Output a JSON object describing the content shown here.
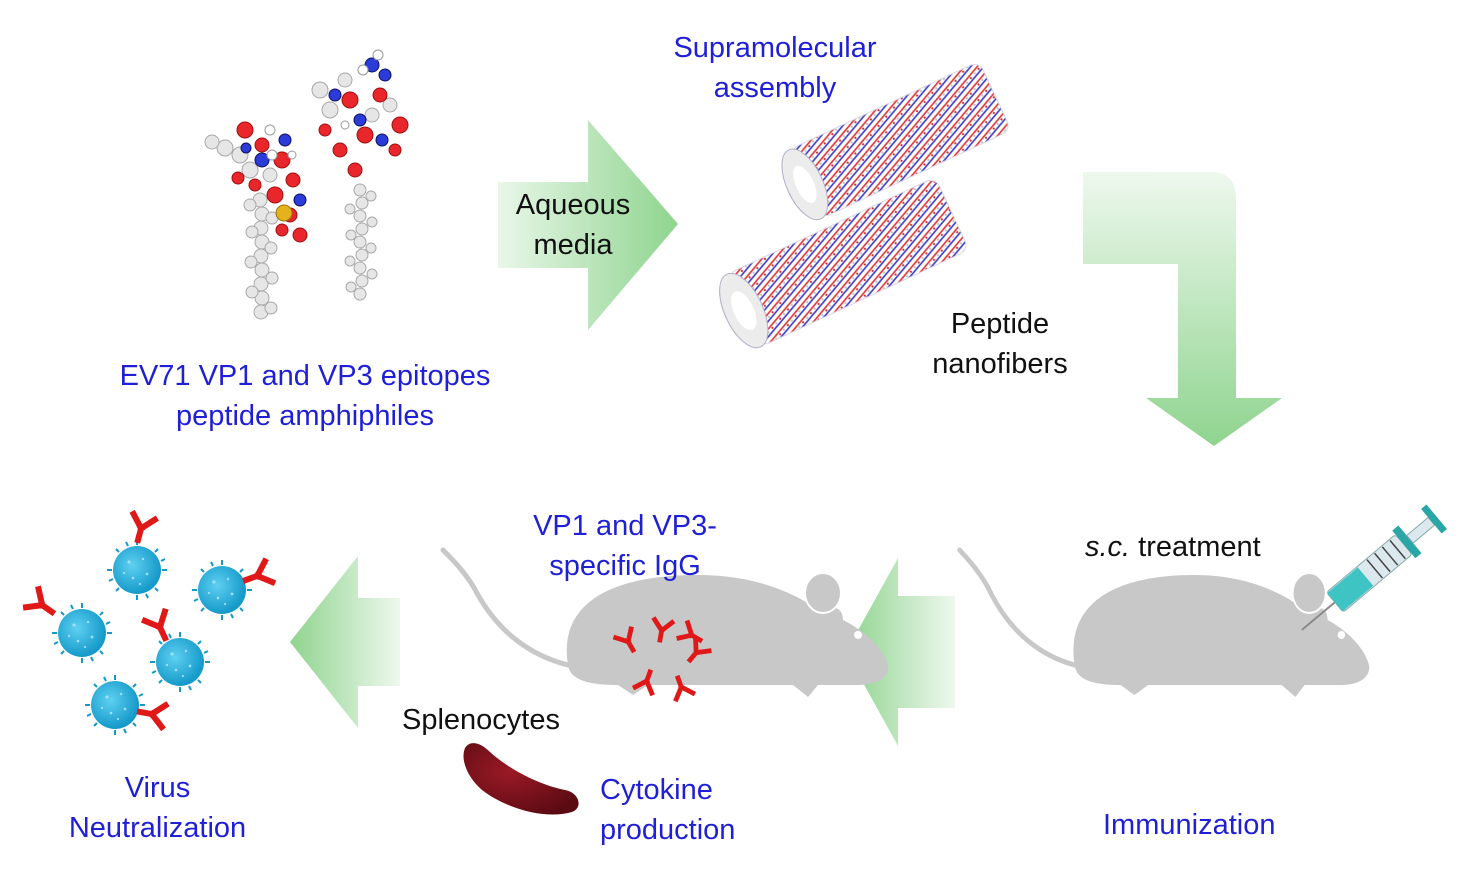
{
  "labels": {
    "amphiphiles": [
      "EV71 VP1 and VP3 epitopes",
      "peptide amphiphiles"
    ],
    "aqueous": [
      "Aqueous",
      "media"
    ],
    "supramolecular": [
      "Supramolecular",
      "assembly"
    ],
    "nanofibers": [
      "Peptide",
      "nanofibers"
    ],
    "sc_treatment_italic": "s.c.",
    "sc_treatment_rest": " treatment",
    "igg": [
      "VP1 and VP3-",
      "specific IgG"
    ],
    "splenocytes": "Splenocytes",
    "cytokine": [
      "Cytokine",
      "production"
    ],
    "virus": [
      "Virus",
      "Neutralization"
    ],
    "immunization": "Immunization"
  },
  "colors": {
    "label_blue": "#1f1fd6",
    "arrow_green": "#8fd48f",
    "mouse_gray": "#c8c8c8",
    "antibody_red": "#e01818",
    "virus_cyan": "#19a9d9",
    "spleen_red": "#7a0f18",
    "syringe_teal": "#3fc4c4"
  },
  "icons": [
    "peptide-molecule-icon",
    "nanofiber-icon",
    "syringe-icon",
    "mouse-icon",
    "antibody-icon",
    "virus-icon",
    "spleen-icon"
  ]
}
